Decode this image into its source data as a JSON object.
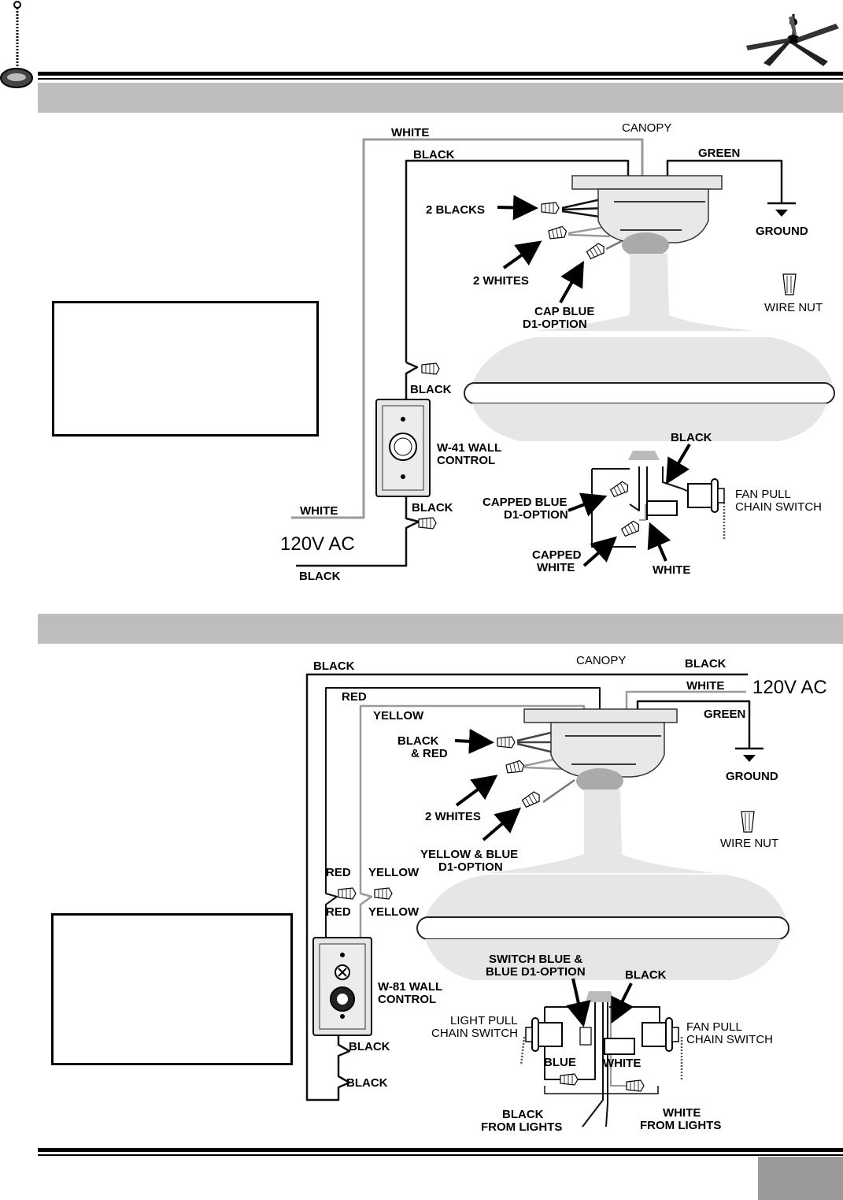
{
  "colors": {
    "band": "#bdbdbd",
    "wire_black": "#111111",
    "wire_white": "#9a9a9a",
    "fan_body": "#e4e4e4"
  },
  "icons": [
    "pull-chain-ornament-icon",
    "ceiling-fan-logo-icon",
    "wire-nut-icon",
    "ground-symbol-icon"
  ],
  "diagram1": {
    "white_top": "WHITE",
    "canopy": "CANOPY",
    "black_top": "BLACK",
    "green": "GREEN",
    "two_blacks": "2 BLACKS",
    "ground": "GROUND",
    "two_whites": "2 WHITES",
    "cap_blue_1": "CAP BLUE",
    "cap_blue_2": "D1-OPTION",
    "wire_nut": "WIRE NUT",
    "black_mid": "BLACK",
    "wall_control_1": "W-41 WALL",
    "wall_control_2": "CONTROL",
    "black_switch": "BLACK",
    "capped_blue_1": "CAPPED BLUE",
    "capped_blue_2": "D1-OPTION",
    "fan_pull_1": "FAN PULL",
    "fan_pull_2": "CHAIN SWITCH",
    "white_left": "WHITE",
    "black_low": "BLACK",
    "supply": "120V AC",
    "capped_white_1": "CAPPED",
    "capped_white_2": "WHITE",
    "white_bottom": "WHITE",
    "black_bottom": "BLACK"
  },
  "diagram2": {
    "black_top": "BLACK",
    "canopy": "CANOPY",
    "black_right": "BLACK",
    "red_top": "RED",
    "white_right": "WHITE",
    "supply": "120V AC",
    "yellow_top": "YELLOW",
    "green": "GREEN",
    "black_red_1": "BLACK",
    "black_red_2": "& RED",
    "ground": "GROUND",
    "two_whites": "2 WHITES",
    "wire_nut": "WIRE NUT",
    "yellow_blue_1": "YELLOW & BLUE",
    "yellow_blue_2": "D1-OPTION",
    "red_1": "RED",
    "yellow_1": "YELLOW",
    "red_2": "RED",
    "yellow_2": "YELLOW",
    "switch_blue_1": "SWITCH BLUE &",
    "switch_blue_2": "BLUE D1-OPTION",
    "wall_control_1": "W-81  WALL",
    "wall_control_2": "CONTROL",
    "black_switch": "BLACK",
    "light_pull_1": "LIGHT PULL",
    "light_pull_2": "CHAIN SWITCH",
    "fan_pull_1": "FAN PULL",
    "fan_pull_2": "CHAIN SWITCH",
    "black_wc1": "BLACK",
    "blue": "BLUE",
    "white_sw": "WHITE",
    "black_wc2": "BLACK",
    "black_lights_1": "BLACK",
    "black_lights_2": "FROM LIGHTS",
    "white_lights_1": "WHITE",
    "white_lights_2": "FROM LIGHTS"
  }
}
